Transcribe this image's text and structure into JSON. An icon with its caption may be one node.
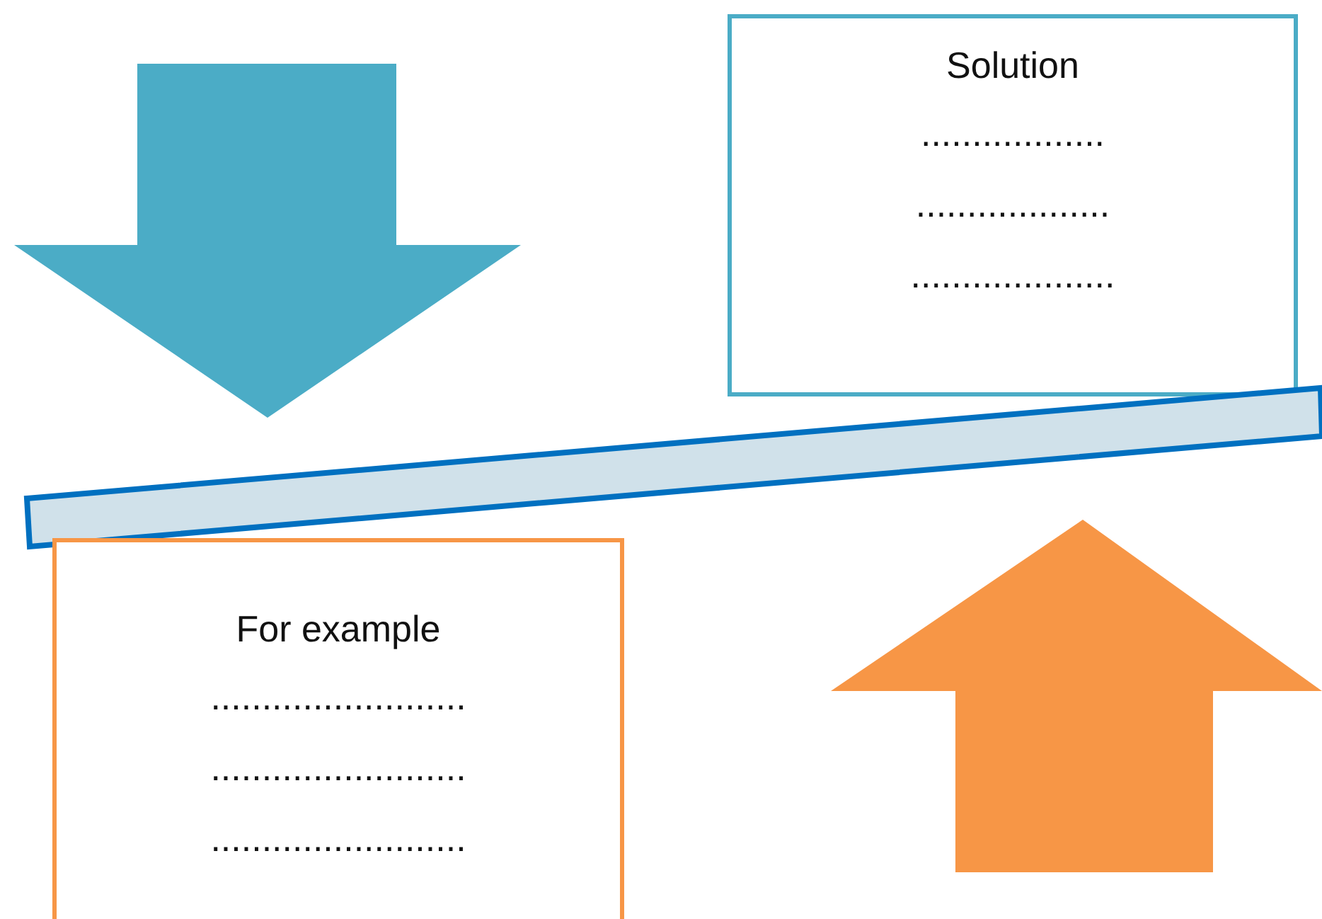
{
  "diagram": {
    "nodes": [
      {
        "text": [
          "Solution",
          "..................",
          "...................",
          "...................."
        ]
      },
      {
        "text": [
          "For example",
          ".........................",
          ".........................",
          "........................."
        ]
      },
      {
        "text": [],
        "shape": "bar"
      }
    ]
  }
}
